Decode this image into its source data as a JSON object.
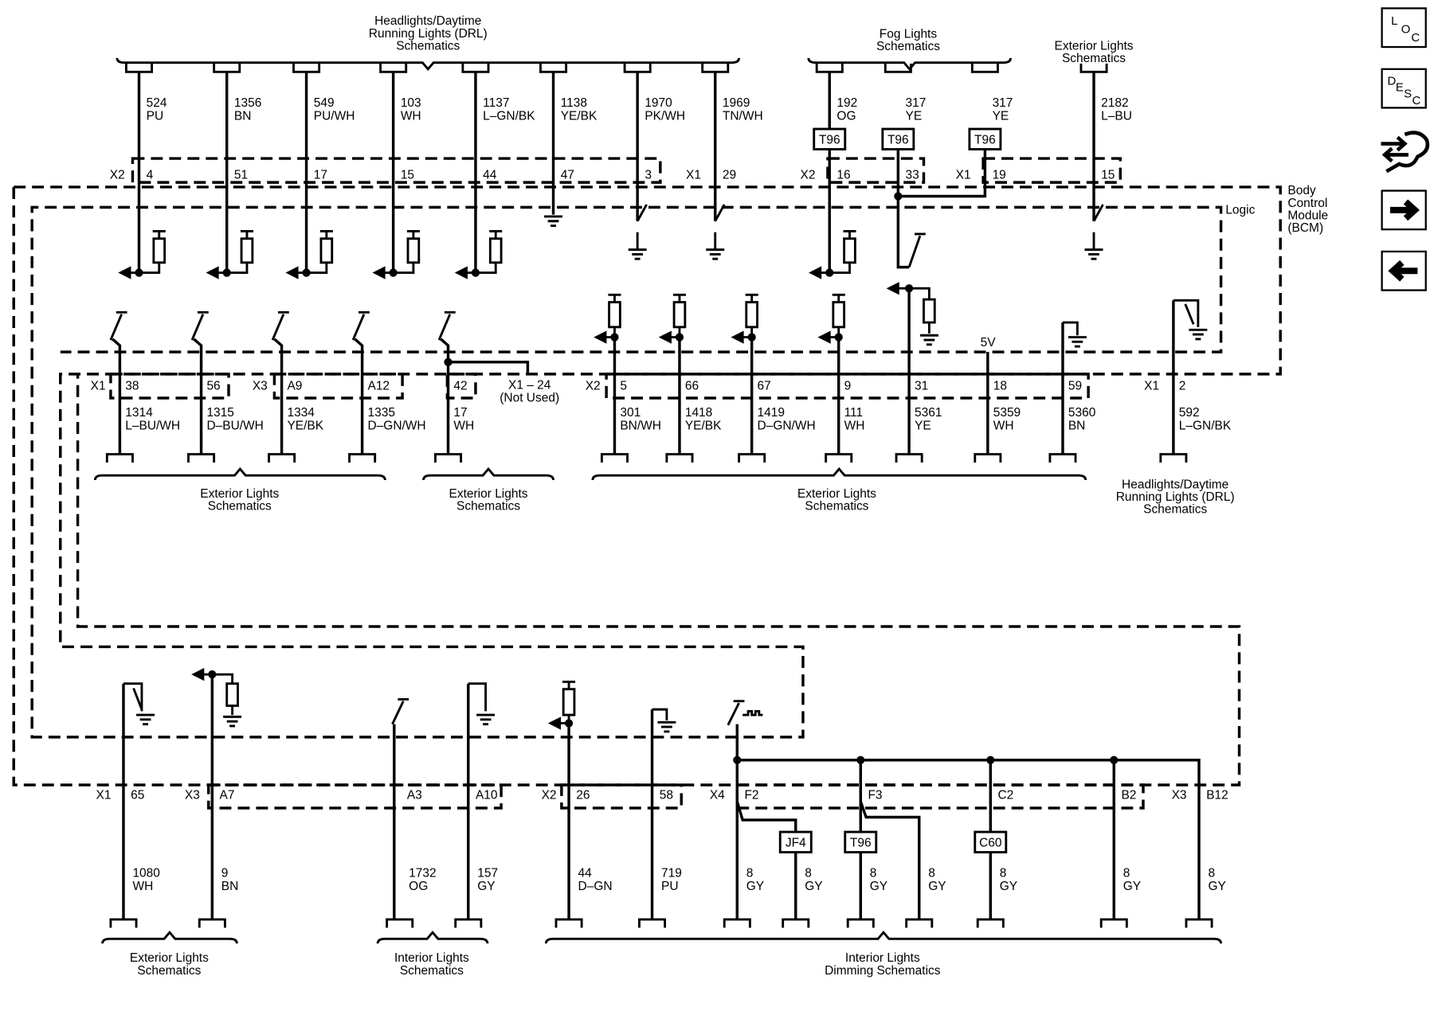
{
  "page": {
    "title": "Body Control Module (BCM) Lighting Schematic"
  },
  "nav": {
    "loc": [
      "L",
      "O",
      "C"
    ],
    "desc": [
      "D",
      "E",
      "S",
      "C"
    ],
    "icons": [
      "locator-icon",
      "description-icon",
      "diagnostic-tool-icon",
      "next-arrow-icon",
      "previous-arrow-icon"
    ]
  },
  "module": {
    "name_lines": [
      "Body",
      "Control",
      "Module",
      "(BCM)"
    ],
    "logic_label": "Logic",
    "five_volt": "5V",
    "not_used_lines": [
      "X1 – 24",
      "(Not Used)"
    ]
  },
  "top_wires": [
    {
      "conn": "X2",
      "pin": "4",
      "circuit": "524",
      "color": "PU"
    },
    {
      "pin": "51",
      "circuit": "1356",
      "color": "BN"
    },
    {
      "pin": "17",
      "circuit": "549",
      "color": "PU/WH"
    },
    {
      "pin": "15",
      "circuit": "103",
      "color": "WH"
    },
    {
      "pin": "44",
      "circuit": "1137",
      "color": "L–GN/BK"
    },
    {
      "pin": "47",
      "circuit": "1138",
      "color": "YE/BK"
    },
    {
      "pin": "3",
      "circuit": "1970",
      "color": "PK/WH"
    },
    {
      "conn": "X1",
      "pin": "29",
      "circuit": "1969",
      "color": "TN/WH"
    },
    {
      "conn": "X2",
      "pin": "16",
      "circuit": "192",
      "color": "OG",
      "splice": "T96"
    },
    {
      "pin": "33",
      "circuit": "317",
      "color": "YE",
      "splice": "T96"
    },
    {
      "conn": "X1",
      "pin": "19",
      "circuit": "317",
      "color": "YE",
      "splice": "T96"
    },
    {
      "pin": "15",
      "circuit": "2182",
      "color": "L–BU"
    }
  ],
  "mid_wires": [
    {
      "conn": "X1",
      "pin": "38",
      "circuit": "1314",
      "color": "L–BU/WH"
    },
    {
      "pin": "56",
      "circuit": "1315",
      "color": "D–BU/WH"
    },
    {
      "conn": "X3",
      "pin": "A9",
      "circuit": "1334",
      "color": "YE/BK"
    },
    {
      "pin": "A12",
      "circuit": "1335",
      "color": "D–GN/WH"
    },
    {
      "pin": "42",
      "circuit": "17",
      "color": "WH"
    },
    {
      "conn": "X2",
      "pin": "5",
      "circuit": "301",
      "color": "BN/WH"
    },
    {
      "pin": "66",
      "circuit": "1418",
      "color": "YE/BK"
    },
    {
      "pin": "67",
      "circuit": "1419",
      "color": "D–GN/WH"
    },
    {
      "pin": "9",
      "circuit": "111",
      "color": "WH"
    },
    {
      "pin": "31",
      "circuit": "5361",
      "color": "YE"
    },
    {
      "pin": "18",
      "circuit": "5359",
      "color": "WH"
    },
    {
      "pin": "59",
      "circuit": "5360",
      "color": "BN"
    },
    {
      "conn": "X1",
      "pin": "2",
      "circuit": "592",
      "color": "L–GN/BK"
    }
  ],
  "bottom_wires": [
    {
      "conn": "X1",
      "pin": "65",
      "circuit": "1080",
      "color": "WH"
    },
    {
      "conn": "X3",
      "pin": "A7",
      "circuit": "9",
      "color": "BN"
    },
    {
      "pin": "A3",
      "circuit": "1732",
      "color": "OG"
    },
    {
      "pin": "A10",
      "circuit": "157",
      "color": "GY"
    },
    {
      "conn": "X2",
      "pin": "26",
      "circuit": "44",
      "color": "D–GN"
    },
    {
      "pin": "58",
      "circuit": "719",
      "color": "PU"
    },
    {
      "conn": "X4",
      "pin": "F2",
      "circuit": "8",
      "color": "GY"
    },
    {
      "circuit": "8",
      "color": "GY",
      "splice": "JF4"
    },
    {
      "pin": "F3",
      "circuit": "8",
      "color": "GY",
      "splice": "T96"
    },
    {
      "circuit": "8",
      "color": "GY"
    },
    {
      "pin": "C2",
      "circuit": "8",
      "color": "GY",
      "splice": "C60"
    },
    {
      "pin": "B2",
      "circuit": "8",
      "color": "GY"
    },
    {
      "conn": "X3",
      "pin": "B12",
      "circuit": "8",
      "color": "GY"
    }
  ],
  "schematic_refs": [
    {
      "lines": [
        "Headlights/Daytime",
        "Running Lights (DRL)",
        "Schematics"
      ]
    },
    {
      "lines": [
        "Fog Lights",
        "Schematics"
      ]
    },
    {
      "lines": [
        "Exterior Lights",
        "Schematics"
      ]
    },
    {
      "lines": [
        "Exterior Lights",
        "Schematics"
      ]
    },
    {
      "lines": [
        "Exterior Lights",
        "Schematics"
      ]
    },
    {
      "lines": [
        "Exterior Lights",
        "Schematics"
      ]
    },
    {
      "lines": [
        "Headlights/Daytime",
        "Running Lights (DRL)",
        "Schematics"
      ]
    },
    {
      "lines": [
        "Exterior Lights",
        "Schematics"
      ]
    },
    {
      "lines": [
        "Interior Lights",
        "Schematics"
      ]
    },
    {
      "lines": [
        "Interior Lights",
        "Dimming Schematics"
      ]
    }
  ]
}
